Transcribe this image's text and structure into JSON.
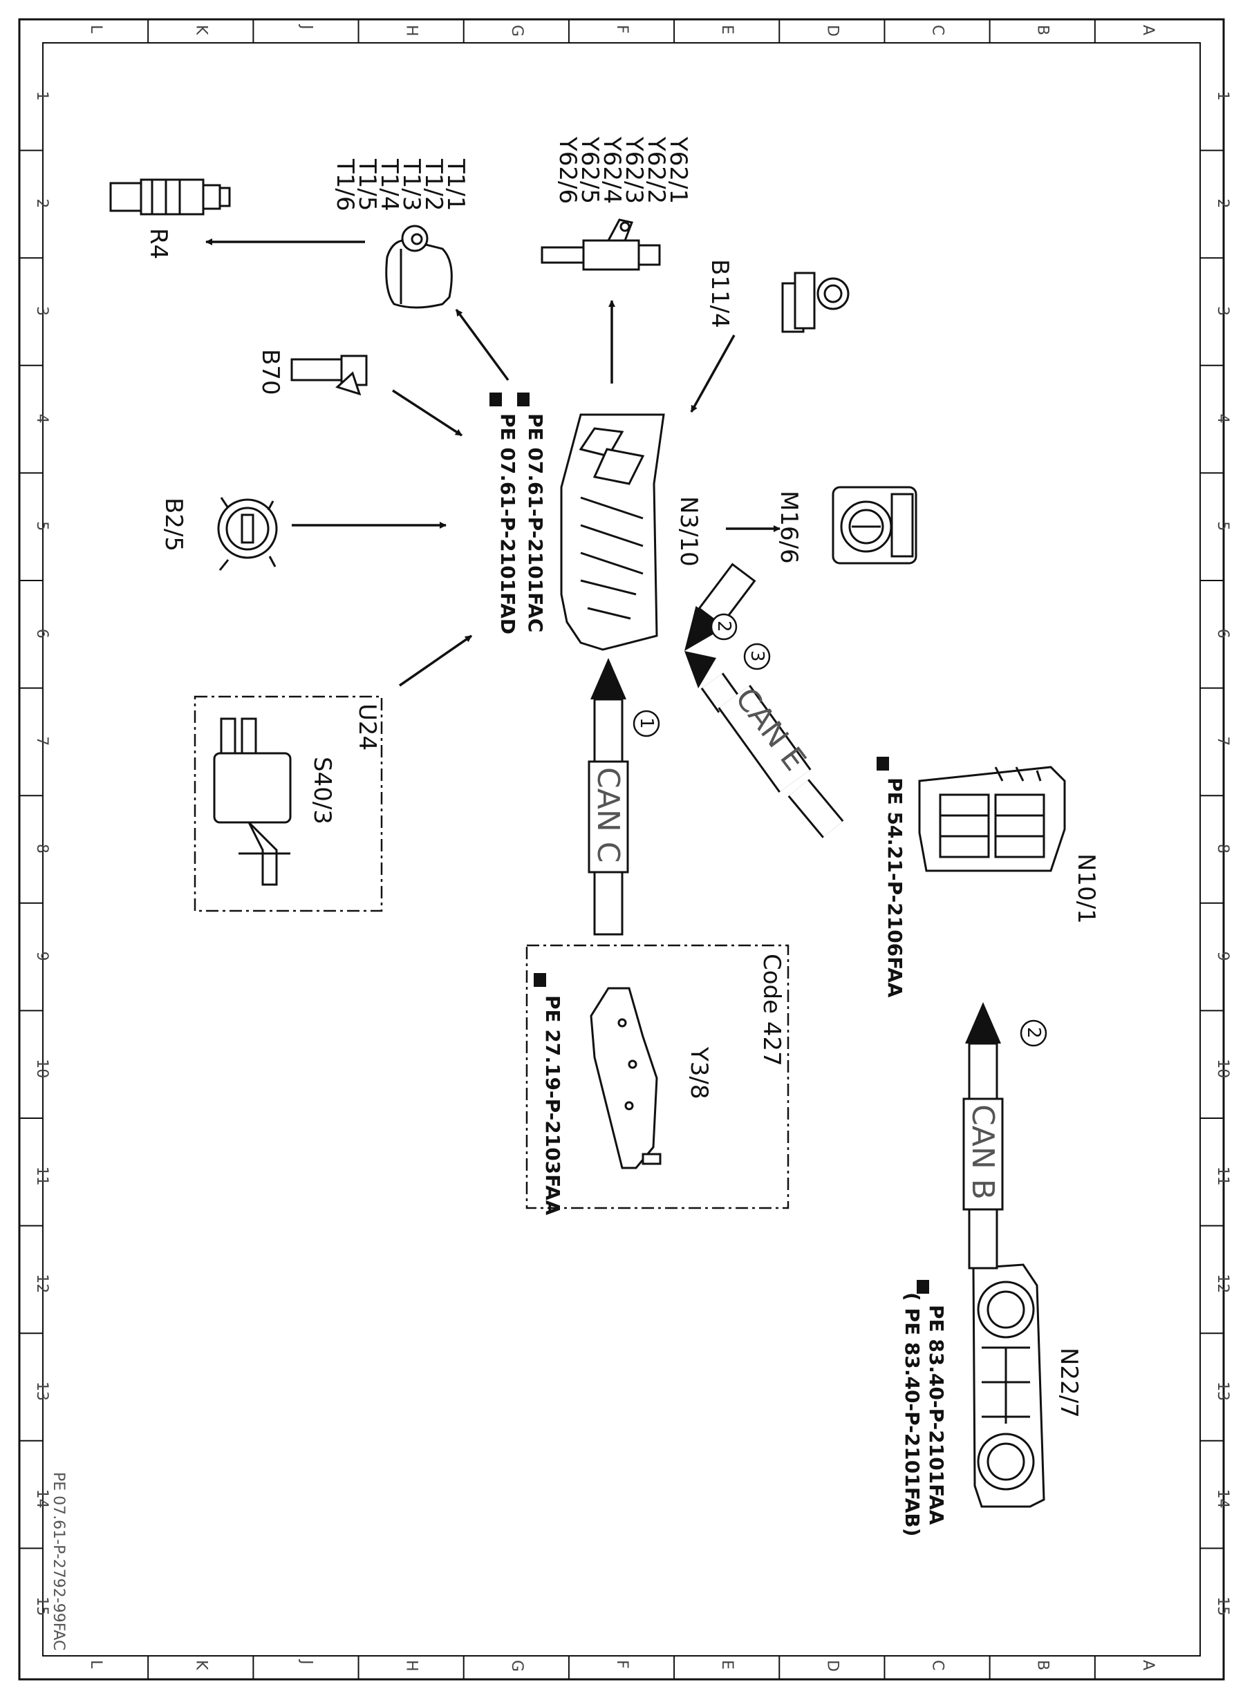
{
  "grid": {
    "columns": [
      "L",
      "K",
      "J",
      "H",
      "G",
      "F",
      "E",
      "D",
      "C",
      "B",
      "A"
    ],
    "rows": [
      "1",
      "2",
      "3",
      "4",
      "5",
      "6",
      "7",
      "8",
      "9",
      "10",
      "11",
      "12",
      "13",
      "14",
      "15"
    ]
  },
  "components": {
    "r4": "R4",
    "t1": [
      "T1/1",
      "T1/2",
      "T1/3",
      "T1/4",
      "T1/5",
      "T1/6"
    ],
    "y62": [
      "Y62/1",
      "Y62/2",
      "Y62/3",
      "Y62/4",
      "Y62/5",
      "Y62/6"
    ],
    "b11_4": "B11/4",
    "b70": "B70",
    "b2_5": "B2/5",
    "n3_10": "N3/10",
    "n3_10_refs": [
      "PE  07.61-P-2101FAC",
      "PE  07.61-P-2101FAD"
    ],
    "m16_6": "M16/6",
    "u24": "U24",
    "s40_3": "S40/3",
    "n10_1": "N10/1",
    "n10_1_ref": "PE  54.21-P-2106FAA",
    "code": "Code 427",
    "y3_8": "Y3/8",
    "y3_8_ref": "PE  27.19-P-2103FAA",
    "n22_7": "N22/7",
    "n22_7_refs": [
      "PE  83.40-P-2101FAA",
      "( PE  83.40-P-2101FAB)"
    ]
  },
  "buses": {
    "can_c": "CAN C",
    "can_e": "CAN E",
    "can_b": "CAN B"
  },
  "callouts": [
    "1",
    "2",
    "3",
    "2"
  ],
  "footer": "PE 07.61-P-2792-99FAC"
}
